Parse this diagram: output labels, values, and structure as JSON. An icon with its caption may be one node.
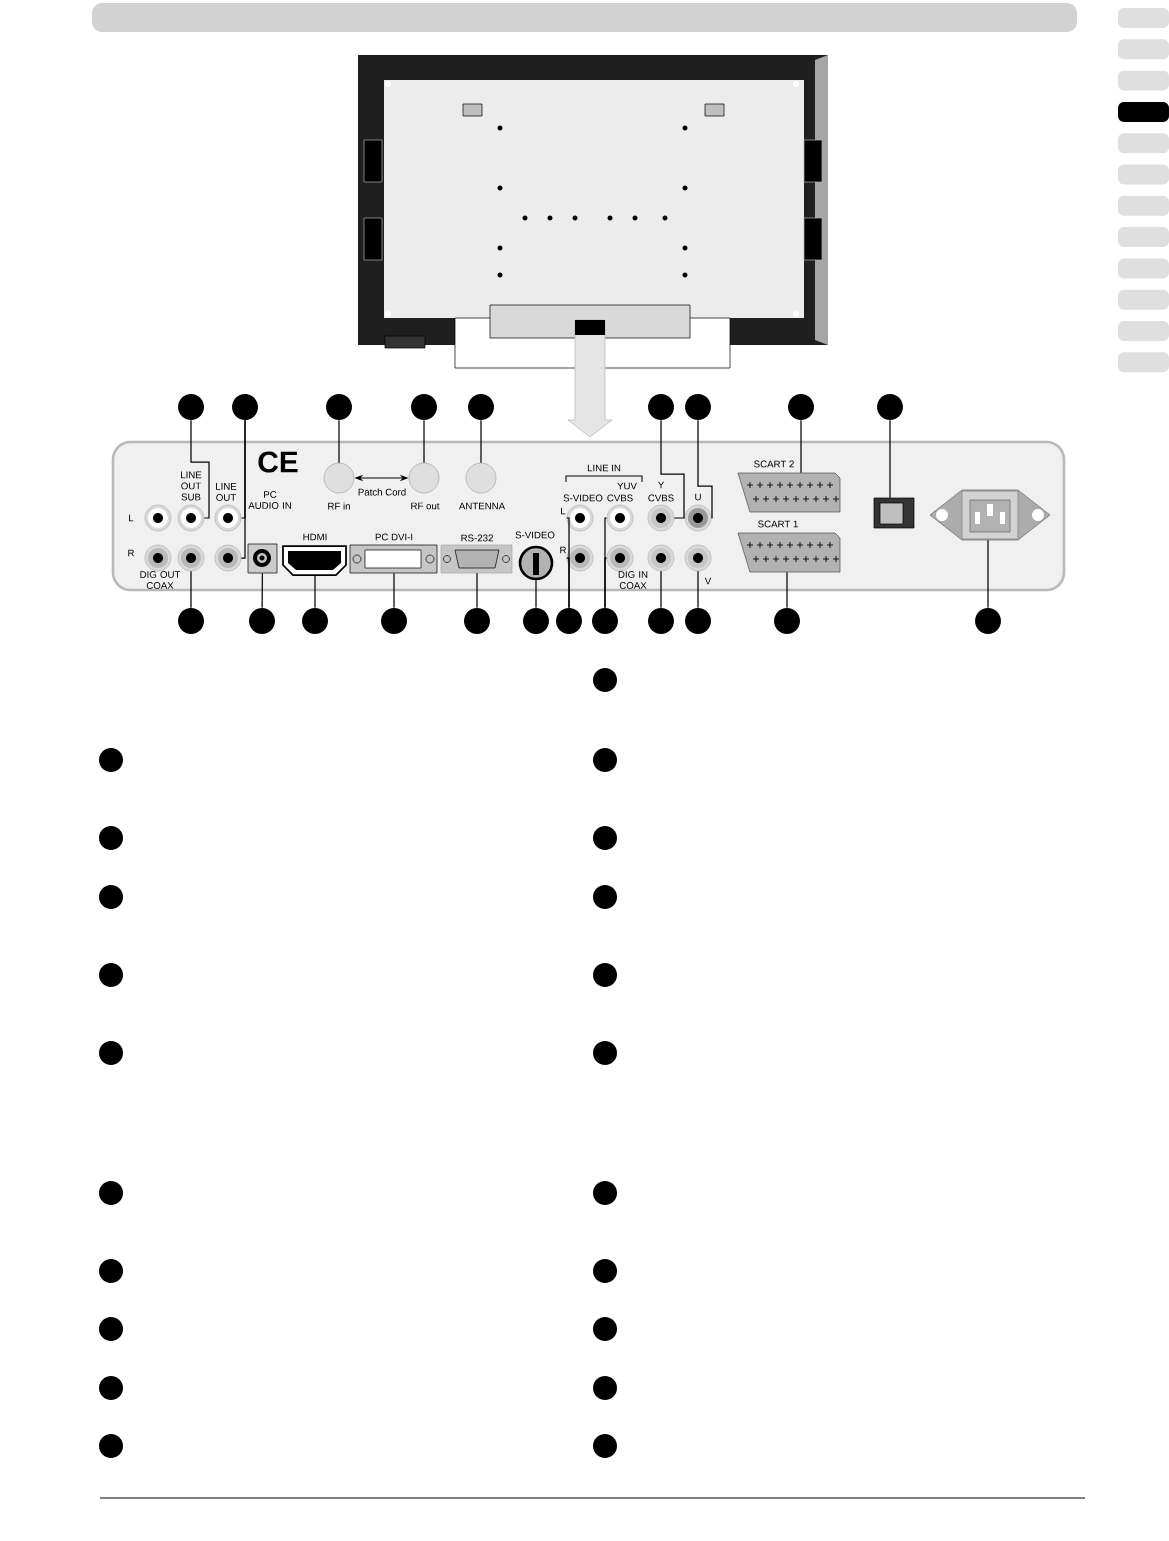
{
  "diagram": {
    "nodes": [
      {
        "text": [],
        "shape": "circle"
      },
      {
        "text": [],
        "shape": "circle"
      },
      {
        "text": [],
        "shape": "circle"
      },
      {
        "text": [],
        "shape": "circle"
      },
      {
        "text": [],
        "shape": "circle"
      },
      {
        "text": [],
        "shape": "circle"
      },
      {
        "text": [],
        "shape": "circle"
      },
      {
        "text": [],
        "shape": "circle"
      },
      {
        "text": [],
        "shape": "circle"
      },
      {
        "text": [],
        "shape": "circle"
      },
      {
        "text": [],
        "shape": "circle"
      },
      {
        "text": [],
        "shape": "circle"
      },
      {
        "text": [],
        "shape": "circle"
      },
      {
        "text": [],
        "shape": "circle"
      },
      {
        "text": [],
        "shape": "circle"
      },
      {
        "text": [],
        "shape": "circle"
      },
      {
        "text": [],
        "shape": "circle"
      },
      {
        "text": [],
        "shape": "circle"
      },
      {
        "text": [],
        "shape": "circle"
      },
      {
        "text": [],
        "shape": "circle"
      },
      {
        "text": [],
        "shape": "circle"
      },
      {
        "text": [],
        "shape": "circle"
      },
      {
        "text": [],
        "shape": "circle"
      },
      {
        "text": [],
        "shape": "circle"
      },
      {
        "text": [],
        "shape": "circle"
      },
      {
        "text": [],
        "shape": "circle"
      },
      {
        "text": [],
        "shape": "circle"
      },
      {
        "text": [],
        "shape": "circle"
      },
      {
        "text": [],
        "shape": "circle"
      },
      {
        "text": [],
        "shape": "circle"
      },
      {
        "text": [],
        "shape": "circle"
      },
      {
        "text": [],
        "shape": "circle"
      },
      {
        "text": [],
        "shape": "circle"
      },
      {
        "text": [],
        "shape": "circle"
      },
      {
        "text": [],
        "shape": "circle"
      },
      {
        "text": [],
        "shape": "circle"
      },
      {
        "text": [],
        "shape": "circle"
      },
      {
        "text": [],
        "shape": "circle"
      },
      {
        "text": [],
        "shape": "circle"
      },
      {
        "text": [],
        "shape": "circle"
      },
      {
        "text": [],
        "shape": "circle"
      },
      {
        "text": [],
        "shape": "circle"
      },
      {
        "text": [],
        "shape": "circle"
      },
      {
        "text": [],
        "shape": "circle"
      },
      {
        "text": [],
        "shape": "circle"
      },
      {
        "text": [],
        "shape": "circle"
      },
      {
        "text": [],
        "shape": "circle"
      },
      {
        "text": [],
        "shape": "circle"
      },
      {
        "text": [],
        "shape": "circle"
      },
      {
        "text": [],
        "shape": "circle"
      },
      {
        "text": [],
        "shape": "box"
      },
      {
        "text": [],
        "shape": "box"
      },
      {
        "text": [],
        "shape": "circle"
      },
      {
        "text": [],
        "shape": "box"
      },
      {
        "text": [],
        "shape": "box"
      },
      {
        "text": [],
        "shape": "box"
      },
      {
        "text": [],
        "shape": "box"
      },
      {
        "text": [],
        "shape": "circle"
      },
      {
        "text": [],
        "shape": "circle"
      },
      {
        "text": [],
        "shape": "circle"
      },
      {
        "text": [],
        "shape": "circle"
      },
      {
        "text": [],
        "shape": "circle"
      },
      {
        "text": [],
        "shape": "circle"
      },
      {
        "text": [],
        "shape": "circle"
      },
      {
        "text": [],
        "shape": "box"
      },
      {
        "text": [],
        "shape": "box"
      },
      {
        "text": [],
        "shape": "circle"
      },
      {
        "text": [],
        "shape": "circle"
      }
    ],
    "edges": [
      {
        "from": 0,
        "to": 42,
        "arrow": "none"
      },
      {
        "from": 1,
        "to": 43,
        "arrow": "none"
      },
      {
        "from": 1,
        "to": 44,
        "arrow": "none"
      },
      {
        "from": 2,
        "to": 45,
        "arrow": "none"
      },
      {
        "from": 3,
        "to": 46,
        "arrow": "none"
      },
      {
        "from": 4,
        "to": 47,
        "arrow": "none"
      },
      {
        "from": 5,
        "to": 48,
        "arrow": "none"
      },
      {
        "from": 6,
        "to": 49,
        "arrow": "none"
      },
      {
        "from": 7,
        "to": 50,
        "arrow": "none"
      },
      {
        "from": 8,
        "to": 51,
        "arrow": "none"
      },
      {
        "from": 9,
        "to": 52,
        "arrow": "none"
      },
      {
        "from": 10,
        "to": 53,
        "arrow": "none"
      },
      {
        "from": 11,
        "to": 54,
        "arrow": "none"
      },
      {
        "from": 12,
        "to": 55,
        "arrow": "none"
      },
      {
        "from": 13,
        "to": 56,
        "arrow": "none"
      },
      {
        "from": 14,
        "to": 57,
        "arrow": "none"
      },
      {
        "from": 15,
        "to": 58,
        "arrow": "none"
      },
      {
        "from": 15,
        "to": 59,
        "arrow": "none"
      },
      {
        "from": 16,
        "to": 60,
        "arrow": "none"
      },
      {
        "from": 16,
        "to": 61,
        "arrow": "none"
      },
      {
        "from": 17,
        "to": 62,
        "arrow": "none"
      },
      {
        "from": 18,
        "to": 63,
        "arrow": "none"
      },
      {
        "from": 19,
        "to": 64,
        "arrow": "none"
      },
      {
        "from": 20,
        "to": 65,
        "arrow": "none"
      },
      {
        "from": 45,
        "to": 46,
        "arrow": "both",
        "label": "Patch Cord"
      }
    ],
    "labels": [
      "CE",
      "LINE OUT SUB",
      "LINE OUT",
      "L",
      "R",
      "RF in",
      "RF out",
      "ANTENNA",
      "LINE IN",
      "YUV",
      "S-VIDEO",
      "CVBS",
      "Y",
      "CVBS",
      "U",
      "SCART 2",
      "PC AUDIO IN",
      "L",
      "SCART 1",
      "HDMI",
      "PC DVI-I",
      "RS-232",
      "S-VIDEO",
      "R",
      "DIG OUT COAX",
      "DIG IN COAX",
      "V"
    ]
  }
}
